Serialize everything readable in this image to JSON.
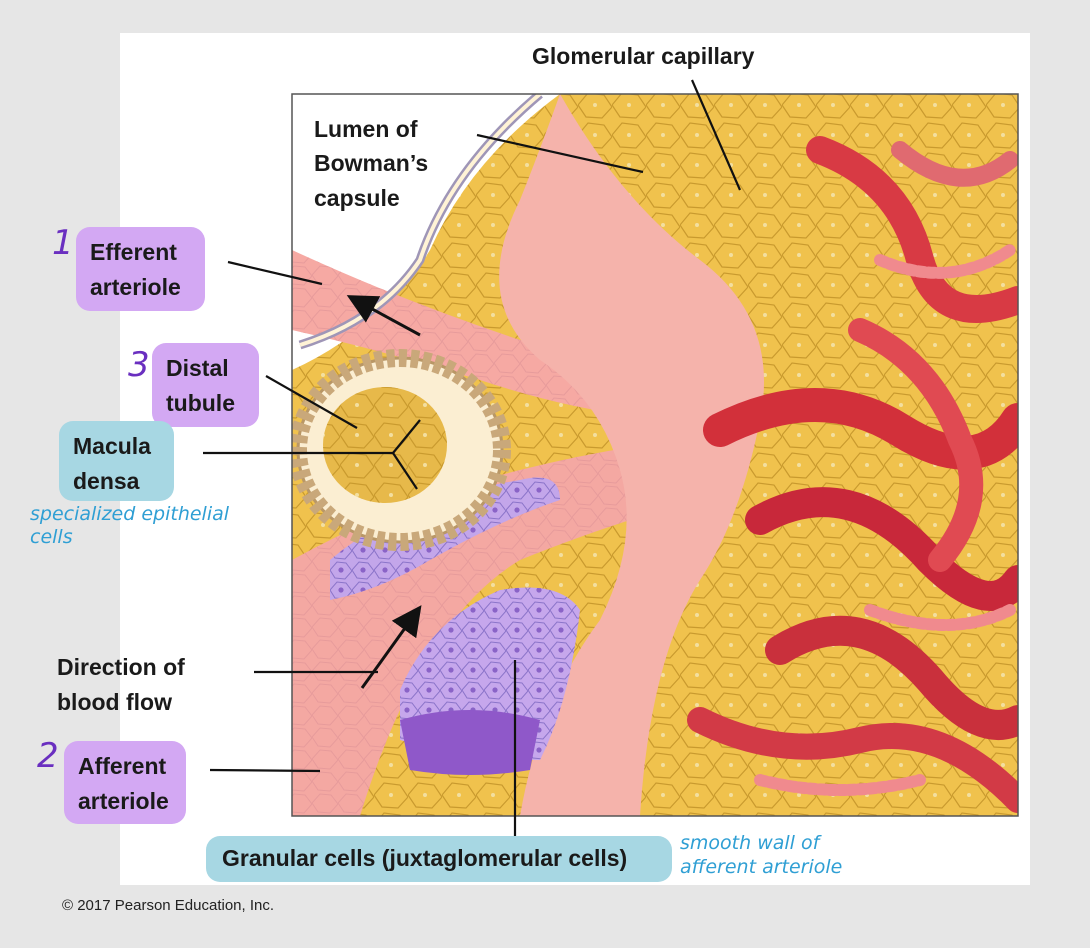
{
  "labels": {
    "glomerular_capillary": "Glomerular capillary",
    "lumen_line1": "Lumen of",
    "lumen_line2": "Bowman’s",
    "lumen_line3": "capsule",
    "efferent_line1": "Efferent",
    "efferent_line2": "arteriole",
    "distal_line1": "Distal",
    "distal_line2": "tubule",
    "macula_line1": "Macula",
    "macula_line2": "densa",
    "direction_line1": "Direction of",
    "direction_line2": "blood flow",
    "afferent_line1": "Afferent",
    "afferent_line2": "arteriole",
    "granular": "Granular cells (juxtaglomerular cells)"
  },
  "numbers": {
    "efferent": "1",
    "afferent": "2",
    "distal": "3"
  },
  "handwritten": {
    "macula_note_line1": "specialized epithelial",
    "macula_note_line2": "cells",
    "granular_note_line1": "smooth wall of",
    "granular_note_line2": "afferent arteriole"
  },
  "copyright": "© 2017 Pearson Education, Inc.",
  "colors": {
    "pill_purple": "#d3a8f3",
    "pill_teal": "#a7d7e3",
    "number_ink": "#6a2fc0",
    "note_ink": "#2f9fd4"
  }
}
